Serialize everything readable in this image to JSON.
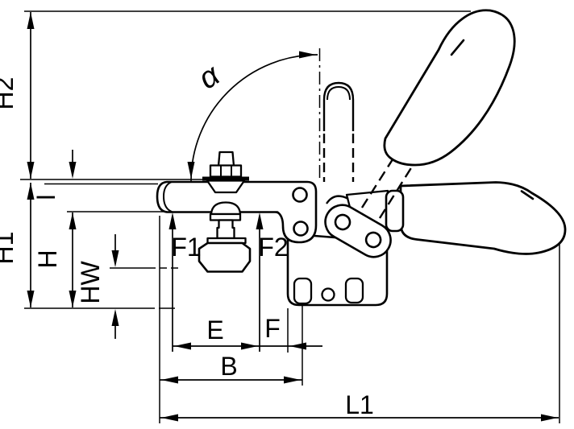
{
  "diagram": {
    "type": "technical-drawing",
    "subject": "vertical toggle clamp, side view, shown in closed position with open position in phantom lines",
    "background_color": "#ffffff",
    "stroke_color": "#000000",
    "labels": {
      "h2": "H2",
      "h1": "H1",
      "h": "H",
      "hw": "HW",
      "i": "I",
      "alpha": "α",
      "f1": "F1",
      "f2": "F2",
      "e": "E",
      "f": "F",
      "b": "B",
      "l1": "L1"
    },
    "dimension_list": "H2, H1, H, HW, I, α, F1, F2, E, F, B, L1"
  }
}
